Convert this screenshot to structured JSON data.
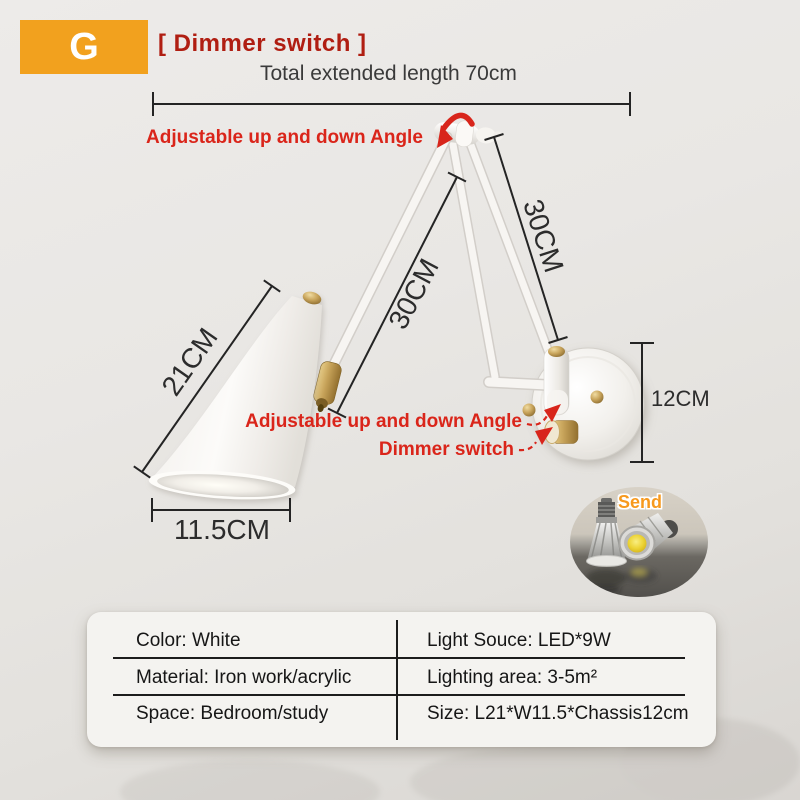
{
  "header": {
    "badge": "G",
    "title": "[ Dimmer switch ]"
  },
  "labels": {
    "total_length": "Total extended length 70cm",
    "adjustable_top": "Adjustable up and down Angle",
    "adjustable_mid": "Adjustable up and down Angle",
    "dimmer": "Dimmer switch",
    "send": "Send"
  },
  "dimensions": {
    "upper_arm": "30CM",
    "lower_arm": "30CM",
    "shade_height": "21CM",
    "shade_diameter": "11.5CM",
    "chassis": "12CM"
  },
  "spec_table": {
    "rows": [
      {
        "left": "Color: White",
        "right": "Light Souce: LED*9W"
      },
      {
        "left": "Material: Iron work/acrylic",
        "right": "Lighting area: 3-5m²"
      },
      {
        "left": "Space: Bedroom/study",
        "right": "Size: L21*W11.5*Chassis12cm"
      }
    ]
  },
  "colors": {
    "badge_orange": "#f2a11e",
    "header_red": "#b01e12",
    "annotation_red": "#da251a",
    "send_orange": "#f7991d",
    "brass": "#c5a158",
    "dimension_line": "#242424",
    "background": "#e8e6e3"
  }
}
